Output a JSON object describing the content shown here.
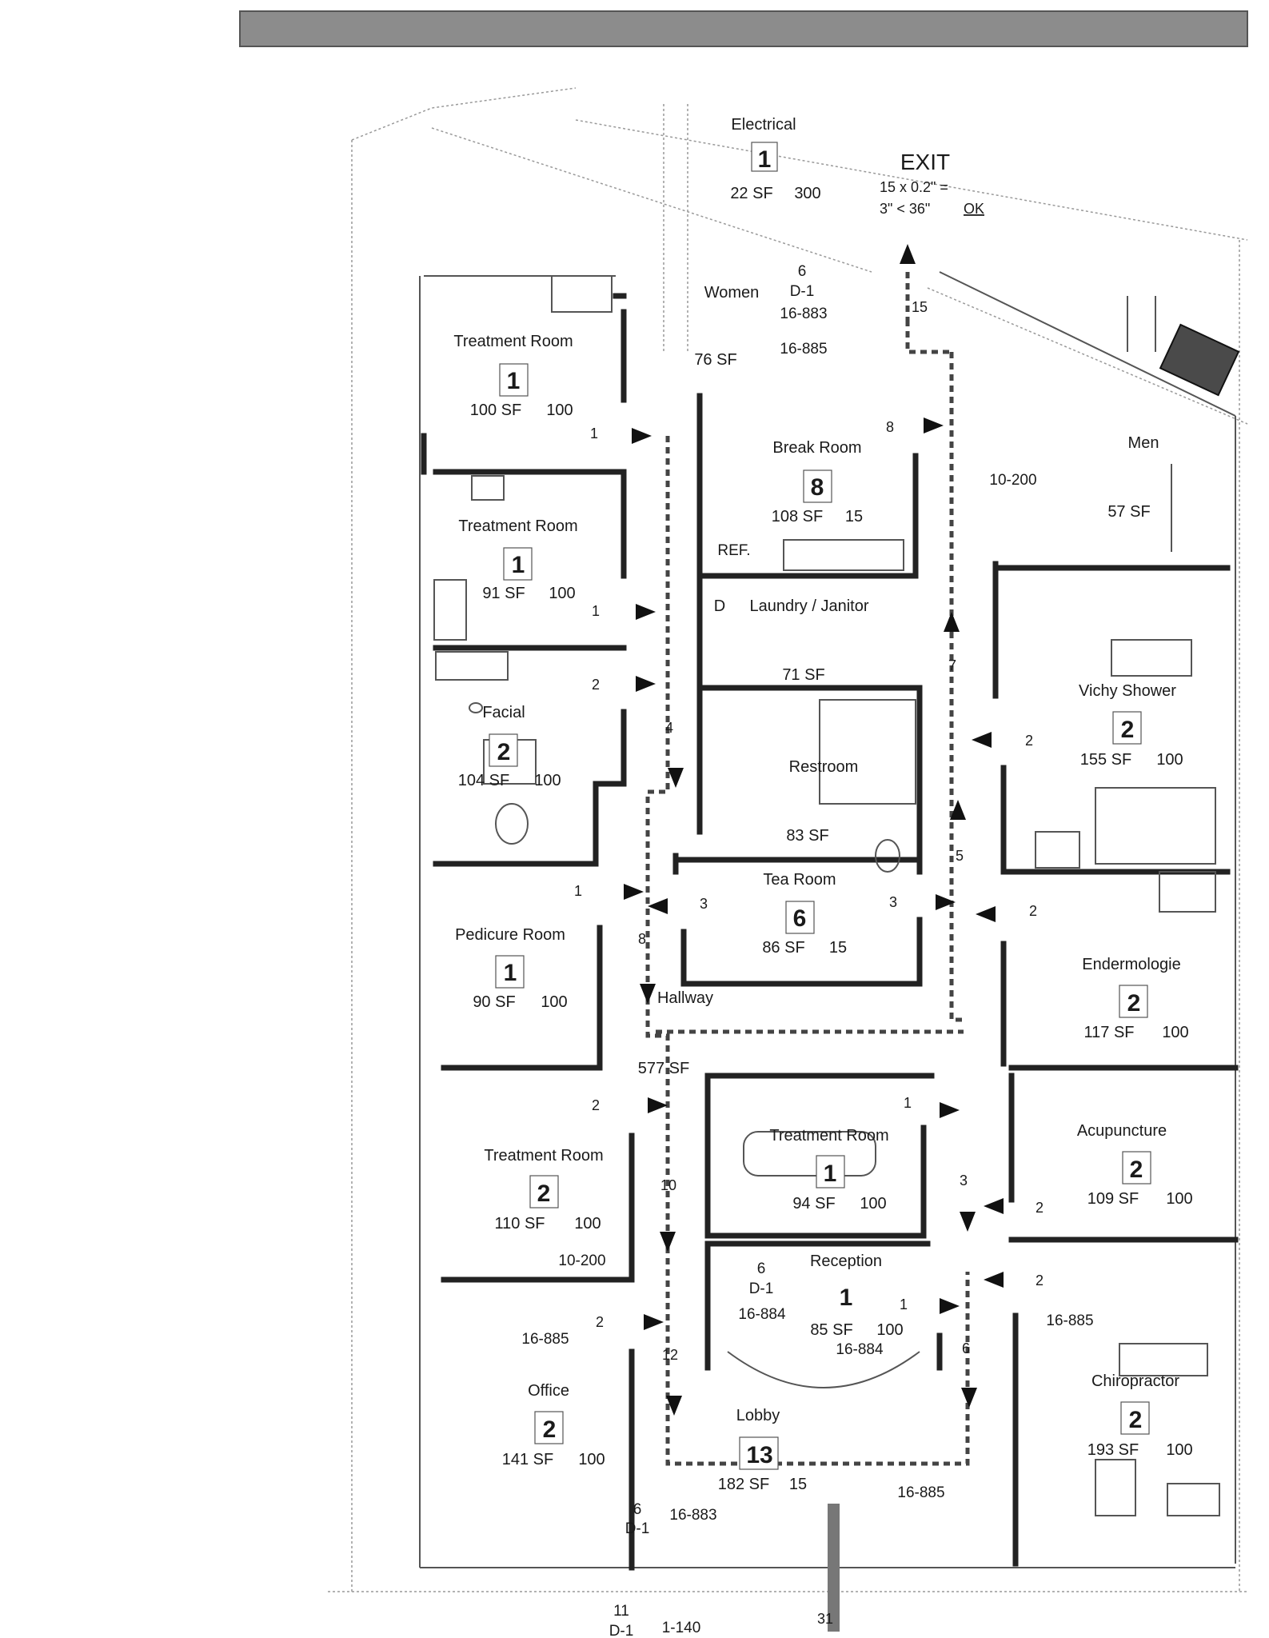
{
  "rooms": [
    {
      "id": "electrical",
      "name": "Electrical",
      "occupants": "1",
      "area": "22 SF",
      "factor": "300"
    },
    {
      "id": "women",
      "name": "Women",
      "occupants": "",
      "area": "76 SF",
      "factor": ""
    },
    {
      "id": "treatment-1",
      "name": "Treatment Room",
      "occupants": "1",
      "area": "100 SF",
      "factor": "100"
    },
    {
      "id": "treatment-2",
      "name": "Treatment Room",
      "occupants": "1",
      "area": "91 SF",
      "factor": "100"
    },
    {
      "id": "break-room",
      "name": "Break Room",
      "occupants": "8",
      "area": "108 SF",
      "factor": "15"
    },
    {
      "id": "men",
      "name": "Men",
      "occupants": "",
      "area": "57 SF",
      "factor": ""
    },
    {
      "id": "laundry",
      "name": "Laundry / Janitor",
      "occupants": "",
      "area": "71 SF",
      "factor": ""
    },
    {
      "id": "facial",
      "name": "Facial",
      "occupants": "2",
      "area": "104 SF",
      "factor": "100"
    },
    {
      "id": "vichy",
      "name": "Vichy Shower",
      "occupants": "2",
      "area": "155 SF",
      "factor": "100"
    },
    {
      "id": "restroom",
      "name": "Restroom",
      "occupants": "",
      "area": "83 SF",
      "factor": ""
    },
    {
      "id": "tea-room",
      "name": "Tea Room",
      "occupants": "6",
      "area": "86 SF",
      "factor": "15"
    },
    {
      "id": "pedicure",
      "name": "Pedicure Room",
      "occupants": "1",
      "area": "90 SF",
      "factor": "100"
    },
    {
      "id": "hallway",
      "name": "Hallway",
      "occupants": "",
      "area": "577 SF",
      "factor": ""
    },
    {
      "id": "endermologie",
      "name": "Endermologie",
      "occupants": "2",
      "area": "117 SF",
      "factor": "100"
    },
    {
      "id": "treatment-3",
      "name": "Treatment Room",
      "occupants": "1",
      "area": "94 SF",
      "factor": "100"
    },
    {
      "id": "treatment-4",
      "name": "Treatment Room",
      "occupants": "2",
      "area": "110 SF",
      "factor": "100"
    },
    {
      "id": "acupuncture",
      "name": "Acupuncture",
      "occupants": "2",
      "area": "109 SF",
      "factor": "100"
    },
    {
      "id": "reception",
      "name": "Reception",
      "occupants": "1",
      "area": "85 SF",
      "factor": "100"
    },
    {
      "id": "office",
      "name": "Office",
      "occupants": "2",
      "area": "141 SF",
      "factor": "100"
    },
    {
      "id": "lobby",
      "name": "Lobby",
      "occupants": "13",
      "area": "182 SF",
      "factor": "15"
    },
    {
      "id": "chiropractor",
      "name": "Chiropractor",
      "occupants": "2",
      "area": "193 SF",
      "factor": "100"
    }
  ],
  "exit_note": {
    "title": "EXIT",
    "line1": "15 x 0.2\" =",
    "line2": "3\" <  36\"",
    "ok": "OK"
  },
  "references": {
    "ref_10_200_a": "10-200",
    "ref_10_200_b": "10-200",
    "ref_16_883_a": "16-883",
    "ref_16_885_a": "16-885",
    "ref_16_884_a": "16-884",
    "ref_16_884_b": "16-884",
    "ref_16_885_b": "16-885",
    "ref_16_885_c": "16-885",
    "ref_16_885_d": "16-885",
    "ref_16_883_b": "16-883",
    "ref_1_140": "1-140",
    "ref_ref": "REF.",
    "ref_d": "D"
  },
  "door_tags": [
    {
      "id": "door-6-top",
      "num": "6",
      "type": "D-1"
    },
    {
      "id": "door-6-reception",
      "num": "6",
      "type": "D-1"
    },
    {
      "id": "door-6-office",
      "num": "6",
      "type": "D-1"
    },
    {
      "id": "door-11",
      "num": "11",
      "type": "D-1"
    }
  ],
  "egress_counts": {
    "exit_path": "15",
    "break_path": "8",
    "right_corridor_7": "7",
    "right_corridor_5": "5",
    "right_corridor_3": "3",
    "right_corridor_6": "6",
    "left_corridor_4": "4",
    "left_corridor_8": "8",
    "left_corridor_10": "10",
    "left_corridor_12": "12",
    "tea_left": "3",
    "tea_right": "3",
    "treat1_out": "1",
    "treat2_out": "1",
    "facial_out": "2",
    "vichy_out": "2",
    "pedicure_out": "1",
    "endermologie_out": "2",
    "treat4_out": "2",
    "treat3_out": "1",
    "acupuncture_out": "2",
    "reception_out": "1",
    "office_out": "2",
    "chiro_out": "2",
    "main_exit": "31"
  }
}
